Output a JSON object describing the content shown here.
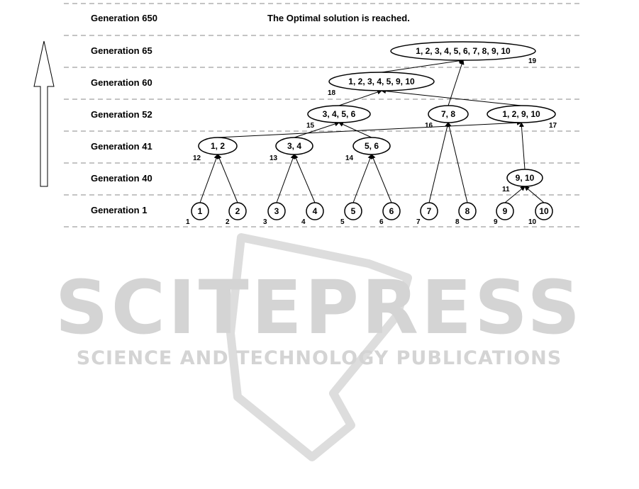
{
  "generations": [
    {
      "key": "g650",
      "label": "Generation 650"
    },
    {
      "key": "g65",
      "label": "Generation 65"
    },
    {
      "key": "g60",
      "label": "Generation 60"
    },
    {
      "key": "g52",
      "label": "Generation 52"
    },
    {
      "key": "g41",
      "label": "Generation 41"
    },
    {
      "key": "g40",
      "label": "Generation 40"
    },
    {
      "key": "g1",
      "label": "Generation 1"
    }
  ],
  "message": "The Optimal solution is reached.",
  "nodes": [
    {
      "id": "1",
      "label": "1",
      "gen": "g1"
    },
    {
      "id": "2",
      "label": "2",
      "gen": "g1"
    },
    {
      "id": "3",
      "label": "3",
      "gen": "g1"
    },
    {
      "id": "4",
      "label": "4",
      "gen": "g1"
    },
    {
      "id": "5",
      "label": "5",
      "gen": "g1"
    },
    {
      "id": "6",
      "label": "6",
      "gen": "g1"
    },
    {
      "id": "7",
      "label": "7",
      "gen": "g1"
    },
    {
      "id": "8",
      "label": "8",
      "gen": "g1"
    },
    {
      "id": "9",
      "label": "9",
      "gen": "g1"
    },
    {
      "id": "10",
      "label": "10",
      "gen": "g1"
    },
    {
      "id": "11",
      "label": "9, 10",
      "gen": "g40"
    },
    {
      "id": "12",
      "label": "1, 2",
      "gen": "g41"
    },
    {
      "id": "13",
      "label": "3, 4",
      "gen": "g41"
    },
    {
      "id": "14",
      "label": "5, 6",
      "gen": "g41"
    },
    {
      "id": "15",
      "label": "3, 4, 5, 6",
      "gen": "g52"
    },
    {
      "id": "16",
      "label": "7, 8",
      "gen": "g52"
    },
    {
      "id": "17",
      "label": "1, 2, 9, 10",
      "gen": "g52"
    },
    {
      "id": "18",
      "label": "1, 2, 3, 4, 5, 9, 10",
      "gen": "g60"
    },
    {
      "id": "19",
      "label": "1, 2, 3, 4, 5, 6, 7, 8, 9, 10",
      "gen": "g65"
    }
  ],
  "edges": [
    [
      "1",
      "12"
    ],
    [
      "2",
      "12"
    ],
    [
      "3",
      "13"
    ],
    [
      "4",
      "13"
    ],
    [
      "5",
      "14"
    ],
    [
      "6",
      "14"
    ],
    [
      "9",
      "11"
    ],
    [
      "10",
      "11"
    ],
    [
      "13",
      "15"
    ],
    [
      "14",
      "15"
    ],
    [
      "7",
      "16"
    ],
    [
      "8",
      "16"
    ],
    [
      "12",
      "17"
    ],
    [
      "11",
      "17"
    ],
    [
      "15",
      "18"
    ],
    [
      "17",
      "18"
    ],
    [
      "16",
      "19"
    ],
    [
      "18",
      "19"
    ]
  ],
  "watermark": {
    "title": "SCITEPRESS",
    "subtitle": "SCIENCE AND TECHNOLOGY PUBLICATIONS"
  }
}
